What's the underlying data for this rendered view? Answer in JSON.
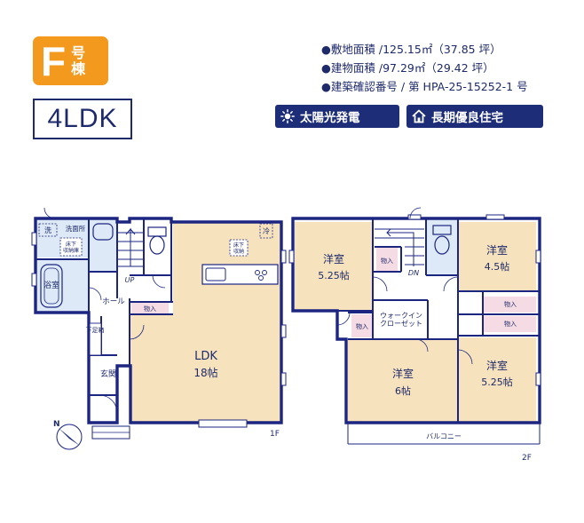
{
  "unit": {
    "letter": "F",
    "suffix": "号棟"
  },
  "layout_type": "4LDK",
  "specs": [
    "●敷地面積 /125.15㎡（37.85 坪）",
    "●建物面積 /97.29㎡（29.42 坪）",
    "●建築確認番号 / 第 HPA-25-15252-1 号"
  ],
  "features": [
    {
      "label": "太陽光発電",
      "icon": "sun-icon"
    },
    {
      "label": "長期優良住宅",
      "icon": "house-icon"
    }
  ],
  "floor1": {
    "floor_label": "1F",
    "rooms": {
      "ldk": "LDK",
      "ldk_size": "18帖",
      "bath": "浴室",
      "washroom": "洗面所",
      "wash": "洗",
      "floor_storage_left": "床下\n収納庫",
      "floor_storage_kitchen": "床下\n収納",
      "fridge": "冷",
      "hall": "ホール",
      "entrance": "玄関",
      "shoe_box": "下足箱",
      "storage": "物入",
      "stairs_up": "UP"
    }
  },
  "floor2": {
    "floor_label": "2F",
    "rooms": {
      "room_a": "洋室",
      "room_a_size": "5.25帖",
      "room_b": "洋室",
      "room_b_size": "4.5帖",
      "room_c": "洋室",
      "room_c_size": "6帖",
      "room_d": "洋室",
      "room_d_size": "5.25帖",
      "walk_in": "ウォークイン\nクローゼット",
      "storage": "物入",
      "stairs_down": "DN",
      "balcony": "バルコニー"
    }
  },
  "colors": {
    "accent_orange": "#f39a1e",
    "navy": "#1d2d78",
    "room_fill": "#f6e3bd",
    "wet_fill": "#dde9f6",
    "storage_fill": "#f5dbe3",
    "wall": "#1c2580"
  }
}
